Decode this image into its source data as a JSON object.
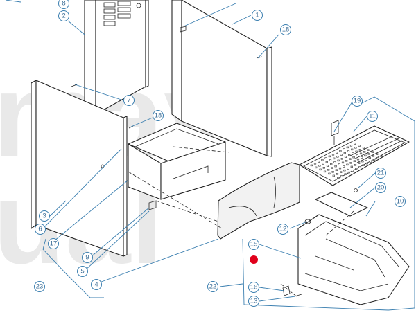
{
  "watermark": {
    "line1": "may",
    "line2": "ual"
  },
  "callouts": [
    {
      "id": "c1",
      "label": "1"
    },
    {
      "id": "c2",
      "label": "2"
    },
    {
      "id": "c3",
      "label": "3"
    },
    {
      "id": "c4",
      "label": "4"
    },
    {
      "id": "c5",
      "label": "5"
    },
    {
      "id": "c6",
      "label": "6"
    },
    {
      "id": "c7",
      "label": "7"
    },
    {
      "id": "c8",
      "label": "8"
    },
    {
      "id": "c9",
      "label": "9"
    },
    {
      "id": "c10",
      "label": "10"
    },
    {
      "id": "c11",
      "label": "11"
    },
    {
      "id": "c12",
      "label": "12"
    },
    {
      "id": "c13",
      "label": "13"
    },
    {
      "id": "c15",
      "label": "15"
    },
    {
      "id": "c16",
      "label": "16"
    },
    {
      "id": "c17",
      "label": "17"
    },
    {
      "id": "c18a",
      "label": "18"
    },
    {
      "id": "c18b",
      "label": "18"
    },
    {
      "id": "c19",
      "label": "19"
    },
    {
      "id": "c20",
      "label": "20"
    },
    {
      "id": "c21",
      "label": "21"
    },
    {
      "id": "c22",
      "label": "22"
    },
    {
      "id": "c23",
      "label": "23"
    }
  ],
  "colors": {
    "callout": "#3b7fb0",
    "marker": "#e0001b",
    "line": "#222222",
    "watermark": "#e9e9e9"
  }
}
